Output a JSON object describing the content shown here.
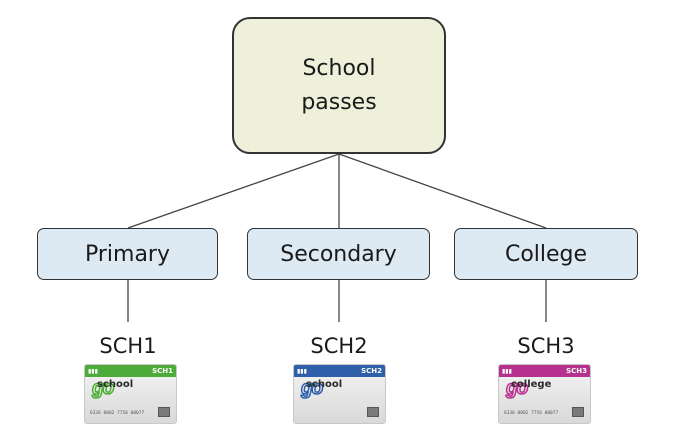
{
  "root": {
    "label": "School passes"
  },
  "children": [
    {
      "label": "Primary",
      "code": "SCH1",
      "card_code": "SCH1",
      "card_word": "school",
      "card_number": "6336 0002 7756 00077",
      "accent": "#4dab3a"
    },
    {
      "label": "Secondary",
      "code": "SCH2",
      "card_code": "SCH2",
      "card_word": "school",
      "card_number": "",
      "accent": "#2f5fa8"
    },
    {
      "label": "College",
      "code": "SCH3",
      "card_code": "SCH3",
      "card_word": "college",
      "card_number": "6336 0002 7756 00077",
      "accent": "#b5318d"
    }
  ],
  "card_brand": "go"
}
